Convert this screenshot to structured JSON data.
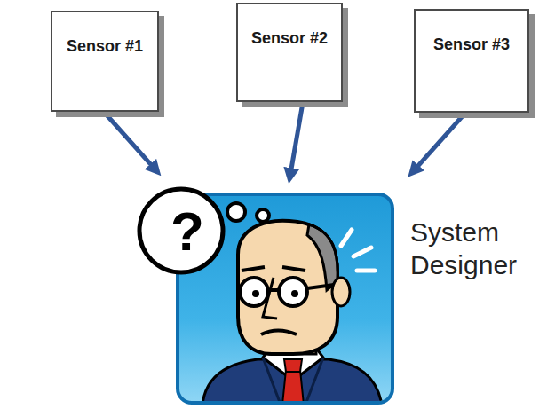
{
  "diagram": {
    "nodes": [
      {
        "text": [
          "Sensor #1"
        ]
      },
      {
        "text": [
          "Sensor #2"
        ]
      },
      {
        "text": [
          "Sensor #3"
        ]
      },
      {
        "text": [
          "System Designer"
        ]
      }
    ],
    "edges": [
      {
        "from": 0,
        "to": 3,
        "arrow": "to"
      },
      {
        "from": 1,
        "to": 3,
        "arrow": "to"
      },
      {
        "from": 2,
        "to": 3,
        "arrow": "to"
      }
    ],
    "labels": [
      "?"
    ]
  }
}
